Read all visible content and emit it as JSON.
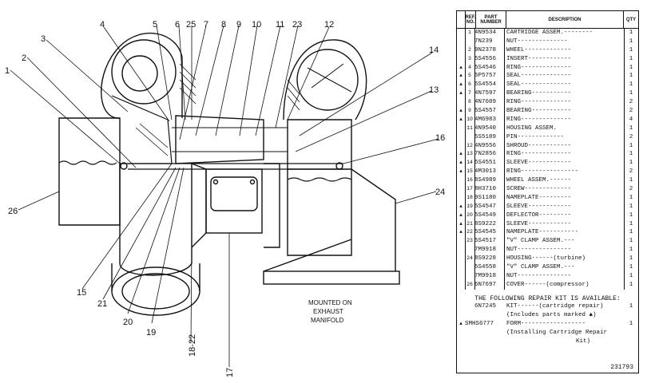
{
  "drawing": {
    "callouts": [
      "1",
      "2",
      "3",
      "4",
      "5",
      "6",
      "25",
      "7",
      "8",
      "9",
      "10",
      "11",
      "23",
      "12",
      "14",
      "13",
      "16",
      "24",
      "26",
      "15",
      "21",
      "20",
      "19",
      "18-22",
      "17"
    ],
    "mount_note": [
      "MOUNTED ON",
      "EXHAUST",
      "MANIFOLD"
    ]
  },
  "parts_table": {
    "headers": {
      "ref": "REF. NO.",
      "part": "PART NUMBER",
      "desc": "DESCRIPTION",
      "qty": "QTY"
    },
    "rows": [
      {
        "mark": "",
        "ref": "1",
        "part": "4N9534",
        "desc": "CARTRIDGE ASSEM.--------",
        "qty": "1"
      },
      {
        "mark": "",
        "ref": "",
        "part": "7N239",
        "desc": "  NUT--------------",
        "qty": "1"
      },
      {
        "mark": "",
        "ref": "2",
        "part": "9N2378",
        "desc": "  WHEEL-------------",
        "qty": "1"
      },
      {
        "mark": "",
        "ref": "3",
        "part": "5S4556",
        "desc": "  INSERT------------",
        "qty": "1"
      },
      {
        "mark": "▲",
        "ref": "4",
        "part": "5S4546",
        "desc": "  RING--------------",
        "qty": "1"
      },
      {
        "mark": "▲",
        "ref": "5",
        "part": "5P5757",
        "desc": "  SEAL--------------",
        "qty": "1"
      },
      {
        "mark": "▲",
        "ref": "6",
        "part": "5S4554",
        "desc": "  SEAL--------------",
        "qty": "1"
      },
      {
        "mark": "▲",
        "ref": "7",
        "part": "4N7597",
        "desc": "  BEARING-----------",
        "qty": "1"
      },
      {
        "mark": "",
        "ref": "8",
        "part": "4N7609",
        "desc": "  RING--------------",
        "qty": "2"
      },
      {
        "mark": "▲",
        "ref": "9",
        "part": "5S4557",
        "desc": "  BEARING-----------",
        "qty": "2"
      },
      {
        "mark": "▲",
        "ref": "10",
        "part": "4M6983",
        "desc": "  RING--------------",
        "qty": "4"
      },
      {
        "mark": "",
        "ref": "11",
        "part": "4N9540",
        "desc": "  HOUSING ASSEM.",
        "qty": "1"
      },
      {
        "mark": "",
        "ref": "",
        "part": "5S5189",
        "desc": "     PIN-------------",
        "qty": "2"
      },
      {
        "mark": "",
        "ref": "12",
        "part": "4N9556",
        "desc": "  SHROUD------------",
        "qty": "1"
      },
      {
        "mark": "▲",
        "ref": "13",
        "part": "7N2856",
        "desc": "  RING--------------",
        "qty": "1"
      },
      {
        "mark": "▲",
        "ref": "14",
        "part": "5S4551",
        "desc": "  SLEEVE------------",
        "qty": "1"
      },
      {
        "mark": "▲",
        "ref": "15",
        "part": "4M3013",
        "desc": "RING----------------",
        "qty": "2"
      },
      {
        "mark": "",
        "ref": "16",
        "part": "8S4989",
        "desc": "  WHEEL ASSEM.------",
        "qty": "1"
      },
      {
        "mark": "",
        "ref": "17",
        "part": "8H3710",
        "desc": "  SCREW-------------",
        "qty": "2"
      },
      {
        "mark": "",
        "ref": "18",
        "part": "9S1180",
        "desc": "  NAMEPLATE---------",
        "qty": "1"
      },
      {
        "mark": "▲",
        "ref": "19",
        "part": "5S4547",
        "desc": "  SLEEVE------------",
        "qty": "1"
      },
      {
        "mark": "▲",
        "ref": "20",
        "part": "5S4549",
        "desc": "  DEFLECTOR---------",
        "qty": "1"
      },
      {
        "mark": "▲",
        "ref": "21",
        "part": "8S9222",
        "desc": "  SLEEVE------------",
        "qty": "1"
      },
      {
        "mark": "▲",
        "ref": "22",
        "part": "5S4545",
        "desc": "NAMEPLATE-----------",
        "qty": "1"
      },
      {
        "mark": "",
        "ref": "23",
        "part": "5S4517",
        "desc": "\"V\" CLAMP ASSEM.---",
        "qty": "1"
      },
      {
        "mark": "",
        "ref": "",
        "part": "7M9918",
        "desc": "  NUT---------------",
        "qty": "1"
      },
      {
        "mark": "",
        "ref": "24",
        "part": "8S9228",
        "desc": "HOUSING------(turbine)",
        "qty": "1"
      },
      {
        "mark": "",
        "ref": "",
        "part": "5S4558",
        "desc": "\"V\" CLAMP ASSEM.---",
        "qty": "1"
      },
      {
        "mark": "",
        "ref": "",
        "part": "7M9918",
        "desc": "  NUT---------------",
        "qty": "1"
      },
      {
        "mark": "",
        "ref": "26",
        "part": "6N7697",
        "desc": "COVER------(compressor)",
        "qty": "1"
      }
    ],
    "kit": {
      "title": "THE FOLLOWING REPAIR KIT IS AVAILABLE:",
      "items": [
        {
          "mark": "",
          "part": "6N7245",
          "desc": "KIT------(cartridge repair)",
          "desc2": "(Includes parts marked ▲)",
          "qty": "1"
        },
        {
          "mark": "▲",
          "part": "SMHS6777",
          "desc": "FORM------------------",
          "desc2": "(Installing Cartridge Repair",
          "desc3": "Kit)",
          "qty": "1"
        }
      ]
    },
    "doc_number": "231793"
  }
}
